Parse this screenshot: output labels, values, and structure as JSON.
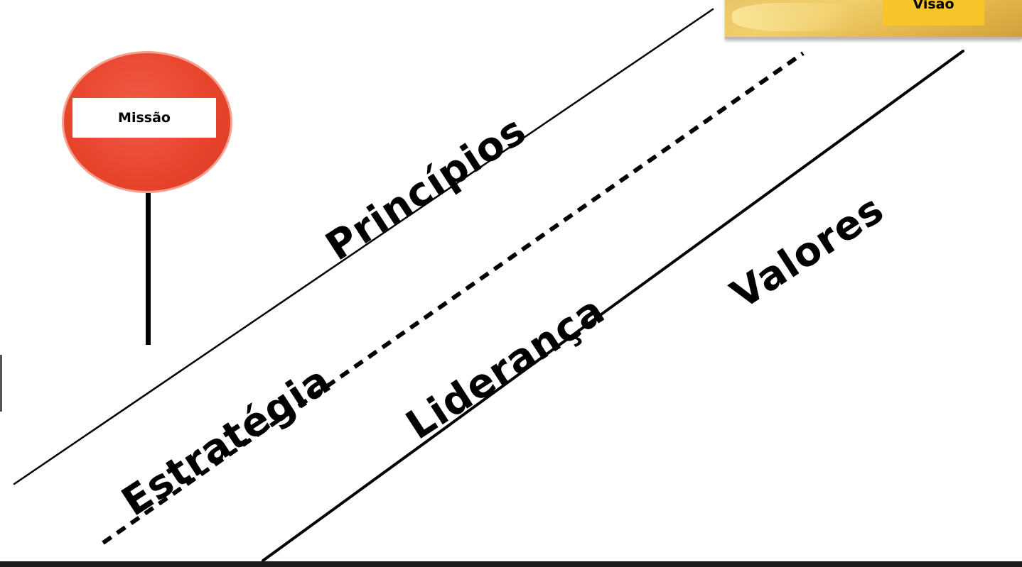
{
  "sign": {
    "label": "Missão",
    "color": "#e8442c"
  },
  "vision": {
    "label": "Visão",
    "accent": "#f7c52a"
  },
  "road": {
    "labels": {
      "principios": "Princípios",
      "estrategia": "Estratégia",
      "lideranca": "Liderança",
      "valores": "Valores"
    },
    "line_color": "#000000"
  }
}
